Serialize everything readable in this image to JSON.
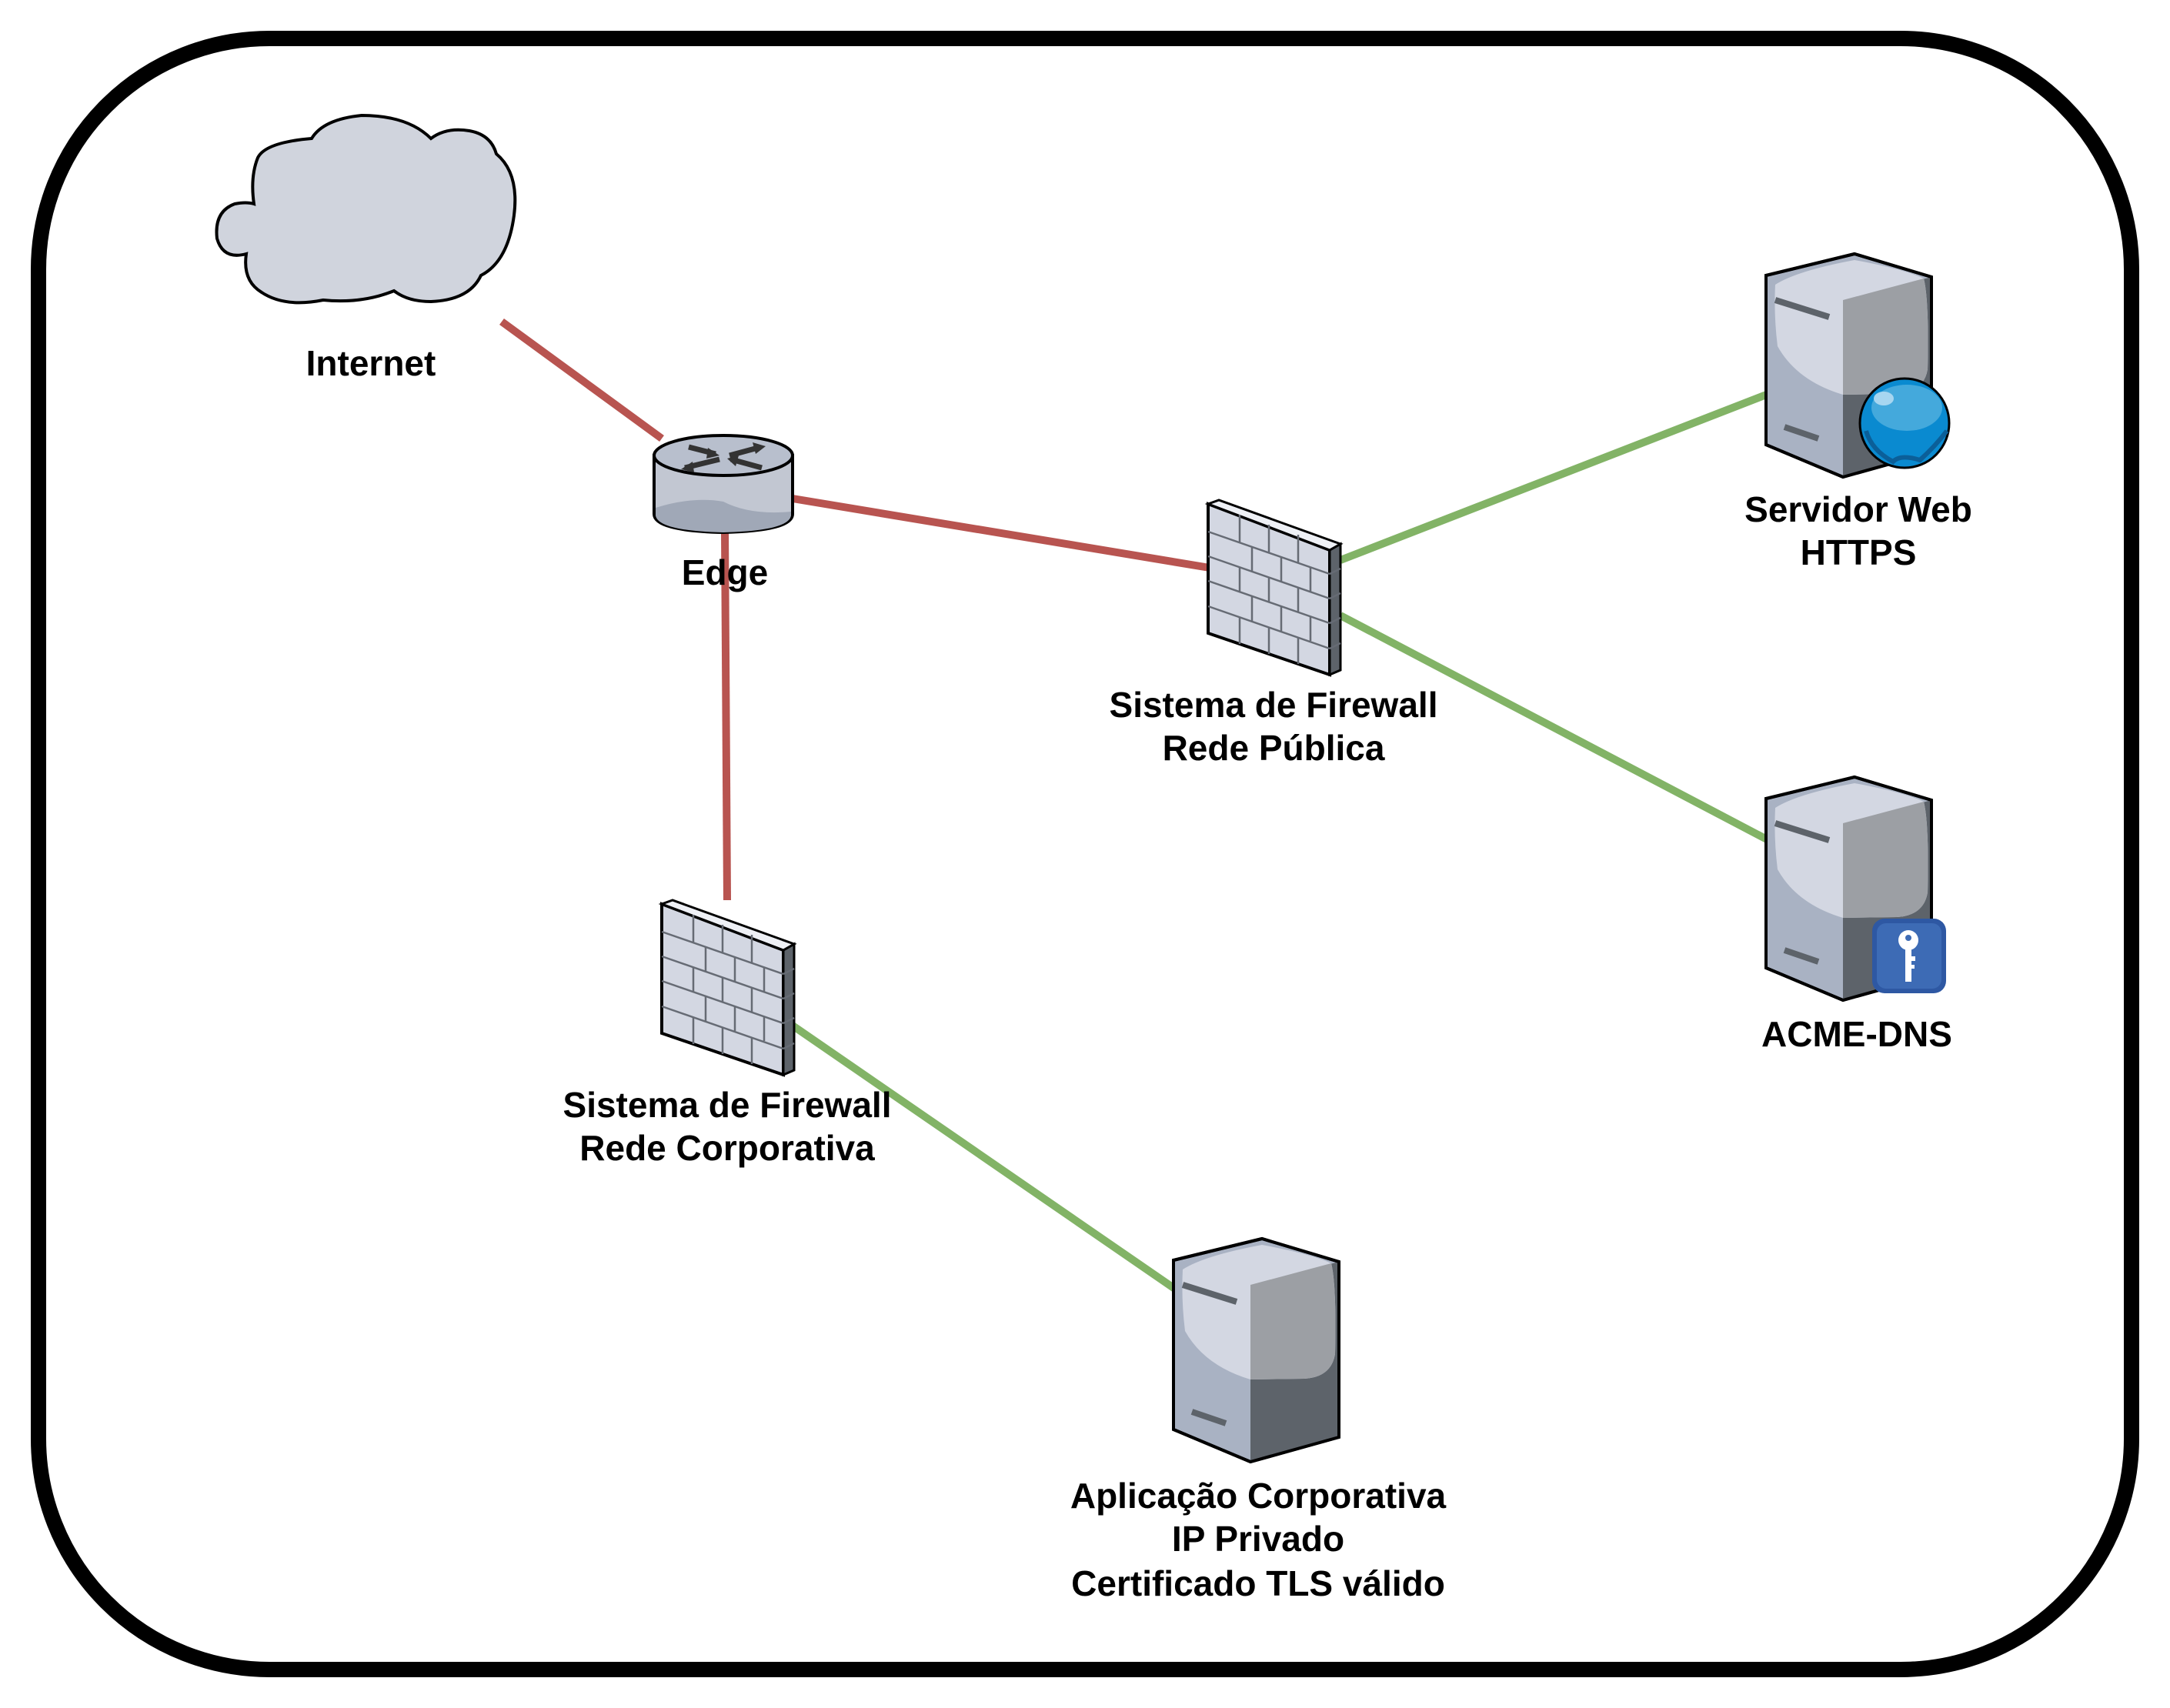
{
  "diagram": {
    "title": "",
    "colors": {
      "untrusted_link": "#b85450",
      "trusted_link": "#82b366",
      "border": "#000000",
      "device_light": "#d3d7e2",
      "device_mid": "#a9b2c3",
      "device_dark": "#5d636a",
      "globe": "#0a8ad0",
      "key_badge": "#3d6bb5"
    },
    "nodes": [
      {
        "id": "internet",
        "type": "cloud",
        "icon": "cloud-icon",
        "label_lines": [
          "Internet"
        ]
      },
      {
        "id": "edge",
        "type": "router",
        "icon": "router-icon",
        "label_lines": [
          "Edge"
        ]
      },
      {
        "id": "fw_public",
        "type": "firewall",
        "icon": "firewall-icon",
        "label_lines": [
          "Sistema de Firewall",
          "Rede Pública"
        ]
      },
      {
        "id": "fw_corp",
        "type": "firewall",
        "icon": "firewall-icon",
        "label_lines": [
          "Sistema de Firewall",
          "Rede Corporativa"
        ]
      },
      {
        "id": "web_server",
        "type": "server",
        "icon": "web-server-icon",
        "badge": "globe-icon",
        "label_lines": [
          "Servidor Web",
          "HTTPS"
        ]
      },
      {
        "id": "acme_dns",
        "type": "server",
        "icon": "server-icon",
        "badge": "key-icon",
        "label_lines": [
          "ACME-DNS"
        ]
      },
      {
        "id": "app_server",
        "type": "server",
        "icon": "server-icon",
        "label_lines": [
          "Aplicação Corporativa",
          "IP Privado",
          "Certificado TLS válido"
        ]
      }
    ],
    "edges": [
      {
        "from": "internet",
        "to": "edge",
        "kind": "untrusted"
      },
      {
        "from": "edge",
        "to": "fw_public",
        "kind": "untrusted"
      },
      {
        "from": "edge",
        "to": "fw_corp",
        "kind": "untrusted"
      },
      {
        "from": "fw_public",
        "to": "web_server",
        "kind": "trusted"
      },
      {
        "from": "fw_public",
        "to": "acme_dns",
        "kind": "trusted"
      },
      {
        "from": "fw_corp",
        "to": "app_server",
        "kind": "trusted"
      }
    ]
  }
}
